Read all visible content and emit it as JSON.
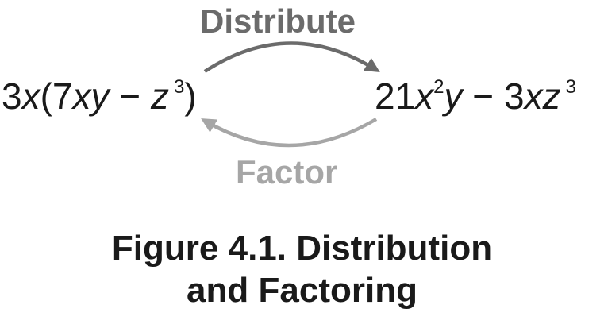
{
  "arrows": {
    "top_label": "Distribute",
    "bottom_label": "Factor",
    "top_color": "#6b6b6b",
    "bottom_color": "#a6a6a6"
  },
  "left_expression": {
    "coefficient": "3",
    "x": "x",
    "open_paren": "(",
    "inner_coefficient": "7",
    "xy": "xy",
    "minus": " − ",
    "z": "z",
    "exponent": "3",
    "close_paren": ")"
  },
  "right_expression": {
    "coefficient": "21",
    "x": "x",
    "x_exponent": "2",
    "y": "y",
    "minus": " − ",
    "coefficient2": "3",
    "xz": "xz",
    "z_exponent": "3"
  },
  "caption": {
    "line1": "Figure 4.1. Distribution",
    "line2": "and Factoring"
  }
}
